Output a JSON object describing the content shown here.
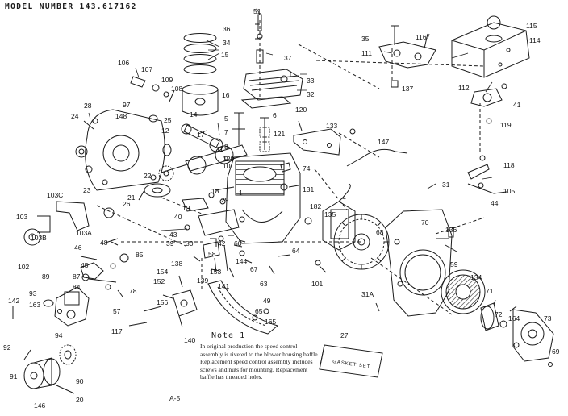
{
  "header": {
    "model_line": "MODEL NUMBER 143.617162"
  },
  "parts": [
    {
      "n": "51"
    },
    {
      "n": "36"
    },
    {
      "n": "34"
    },
    {
      "n": "37"
    },
    {
      "n": "33"
    },
    {
      "n": "32"
    },
    {
      "n": "15"
    },
    {
      "n": "14"
    },
    {
      "n": "16"
    },
    {
      "n": "5"
    },
    {
      "n": "6"
    },
    {
      "n": "7"
    },
    {
      "n": "8"
    },
    {
      "n": "9"
    },
    {
      "n": "106"
    },
    {
      "n": "107"
    },
    {
      "n": "109"
    },
    {
      "n": "97"
    },
    {
      "n": "108"
    },
    {
      "n": "28"
    },
    {
      "n": "24"
    },
    {
      "n": "148"
    },
    {
      "n": "25"
    },
    {
      "n": "12"
    },
    {
      "n": "17"
    },
    {
      "n": "11"
    },
    {
      "n": "129"
    },
    {
      "n": "10"
    },
    {
      "n": "22"
    },
    {
      "n": "23"
    },
    {
      "n": "26"
    },
    {
      "n": "21"
    },
    {
      "n": "120"
    },
    {
      "n": "121"
    },
    {
      "n": "133"
    },
    {
      "n": "74"
    },
    {
      "n": "131"
    },
    {
      "n": "147"
    },
    {
      "n": "35"
    },
    {
      "n": "116"
    },
    {
      "n": "111"
    },
    {
      "n": "115"
    },
    {
      "n": "114"
    },
    {
      "n": "112"
    },
    {
      "n": "41"
    },
    {
      "n": "137"
    },
    {
      "n": "119"
    },
    {
      "n": "118"
    },
    {
      "n": "105"
    },
    {
      "n": "44"
    },
    {
      "n": "31"
    },
    {
      "n": "4"
    },
    {
      "n": "182"
    },
    {
      "n": "135"
    },
    {
      "n": "70"
    },
    {
      "n": "68"
    },
    {
      "n": "136"
    },
    {
      "n": "59"
    },
    {
      "n": "134"
    },
    {
      "n": "71"
    },
    {
      "n": "72"
    },
    {
      "n": "164"
    },
    {
      "n": "73"
    },
    {
      "n": "69"
    },
    {
      "n": "31A"
    },
    {
      "n": "101"
    },
    {
      "n": "103C"
    },
    {
      "n": "103"
    },
    {
      "n": "103A"
    },
    {
      "n": "103B"
    },
    {
      "n": "102"
    },
    {
      "n": "48"
    },
    {
      "n": "46"
    },
    {
      "n": "45"
    },
    {
      "n": "85"
    },
    {
      "n": "87"
    },
    {
      "n": "84"
    },
    {
      "n": "78"
    },
    {
      "n": "89"
    },
    {
      "n": "93"
    },
    {
      "n": "163"
    },
    {
      "n": "94"
    },
    {
      "n": "142"
    },
    {
      "n": "92"
    },
    {
      "n": "91"
    },
    {
      "n": "90"
    },
    {
      "n": "146"
    },
    {
      "n": "20"
    },
    {
      "n": "19"
    },
    {
      "n": "18"
    },
    {
      "n": "29"
    },
    {
      "n": "40"
    },
    {
      "n": "43"
    },
    {
      "n": "39"
    },
    {
      "n": "30"
    },
    {
      "n": "42"
    },
    {
      "n": "60"
    },
    {
      "n": "58"
    },
    {
      "n": "138"
    },
    {
      "n": "153"
    },
    {
      "n": "154"
    },
    {
      "n": "152"
    },
    {
      "n": "156"
    },
    {
      "n": "57"
    },
    {
      "n": "117"
    },
    {
      "n": "140"
    },
    {
      "n": "139"
    },
    {
      "n": "141"
    },
    {
      "n": "144"
    },
    {
      "n": "67"
    },
    {
      "n": "63"
    },
    {
      "n": "64"
    },
    {
      "n": "49"
    },
    {
      "n": "65"
    },
    {
      "n": "165"
    },
    {
      "n": "27"
    },
    {
      "n": "1"
    }
  ],
  "gasket_label": "GASKET SET",
  "note": {
    "title": "Note 1",
    "body": "In original production the speed control assembly is riveted to the blower housing baffle. Replacement speed control assembly includes screws and nuts for mounting. Replacement baffle has threaded holes."
  },
  "figure_ref": "A-5"
}
